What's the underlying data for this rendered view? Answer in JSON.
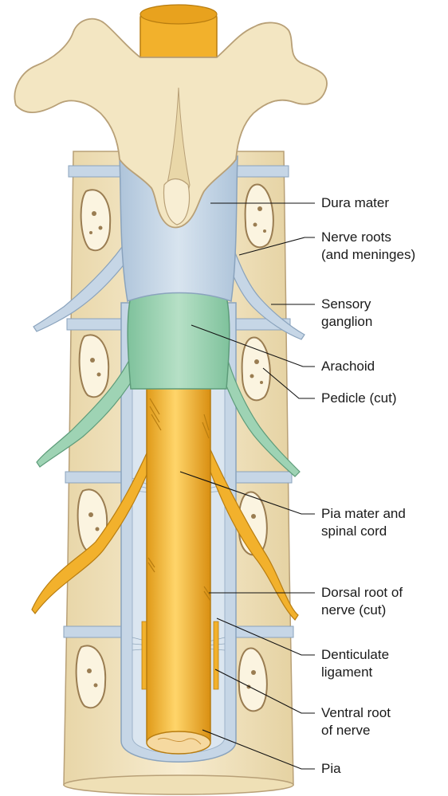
{
  "figure": {
    "labels": [
      {
        "id": "dura-mater",
        "lines": [
          "Dura mater"
        ]
      },
      {
        "id": "nerve-roots",
        "lines": [
          "Nerve roots",
          "(and meninges)"
        ]
      },
      {
        "id": "sensory-ganglion",
        "lines": [
          "Sensory",
          "ganglion"
        ]
      },
      {
        "id": "arachoid",
        "lines": [
          "Arachoid"
        ]
      },
      {
        "id": "pedicle",
        "lines": [
          "Pedicle (cut)"
        ]
      },
      {
        "id": "pia-mater",
        "lines": [
          "Pia mater and",
          "spinal cord"
        ]
      },
      {
        "id": "dorsal-root",
        "lines": [
          "Dorsal root of",
          "nerve (cut)"
        ]
      },
      {
        "id": "denticulate",
        "lines": [
          "Denticulate",
          "ligament"
        ]
      },
      {
        "id": "ventral-root",
        "lines": [
          "Ventral root",
          "of nerve"
        ]
      },
      {
        "id": "pia",
        "lines": [
          "Pia"
        ]
      }
    ],
    "colors": {
      "bone": "#f3e6c2",
      "bone_edge": "#b8a077",
      "bone_spot": "#9a7d52",
      "dura": "#c6d6e6",
      "dura_edge": "#8aa3bd",
      "arachnoid": "#9ed3b4",
      "arachnoid_edge": "#5e9c7a",
      "cord": "#f2b12c",
      "cord_light": "#ffd56a",
      "cord_edge": "#b87d10",
      "leader": "#111111"
    }
  }
}
